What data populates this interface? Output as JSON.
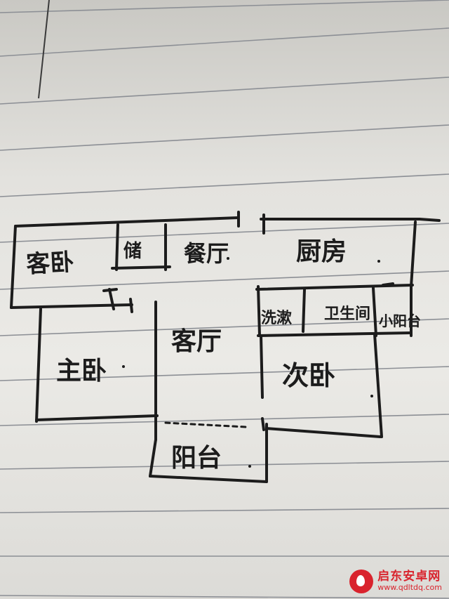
{
  "rooms": {
    "guest_bedroom": "客卧",
    "storage": "储",
    "dining": "餐厅",
    "kitchen": "厨房",
    "master_bedroom": "主卧",
    "living_room": "客厅",
    "laundry": "洗漱",
    "bathroom": "卫生间",
    "small_balcony": "小阳台",
    "second_bedroom": "次卧",
    "balcony": "阳台"
  },
  "watermark": {
    "name": "启东安卓网",
    "url": "www.qdltdq.com"
  },
  "colors": {
    "ink": "#1c1c1c",
    "paper_line": "#8c8f95",
    "margin_line": "#3a3a3a",
    "watermark": "#d9232d"
  }
}
